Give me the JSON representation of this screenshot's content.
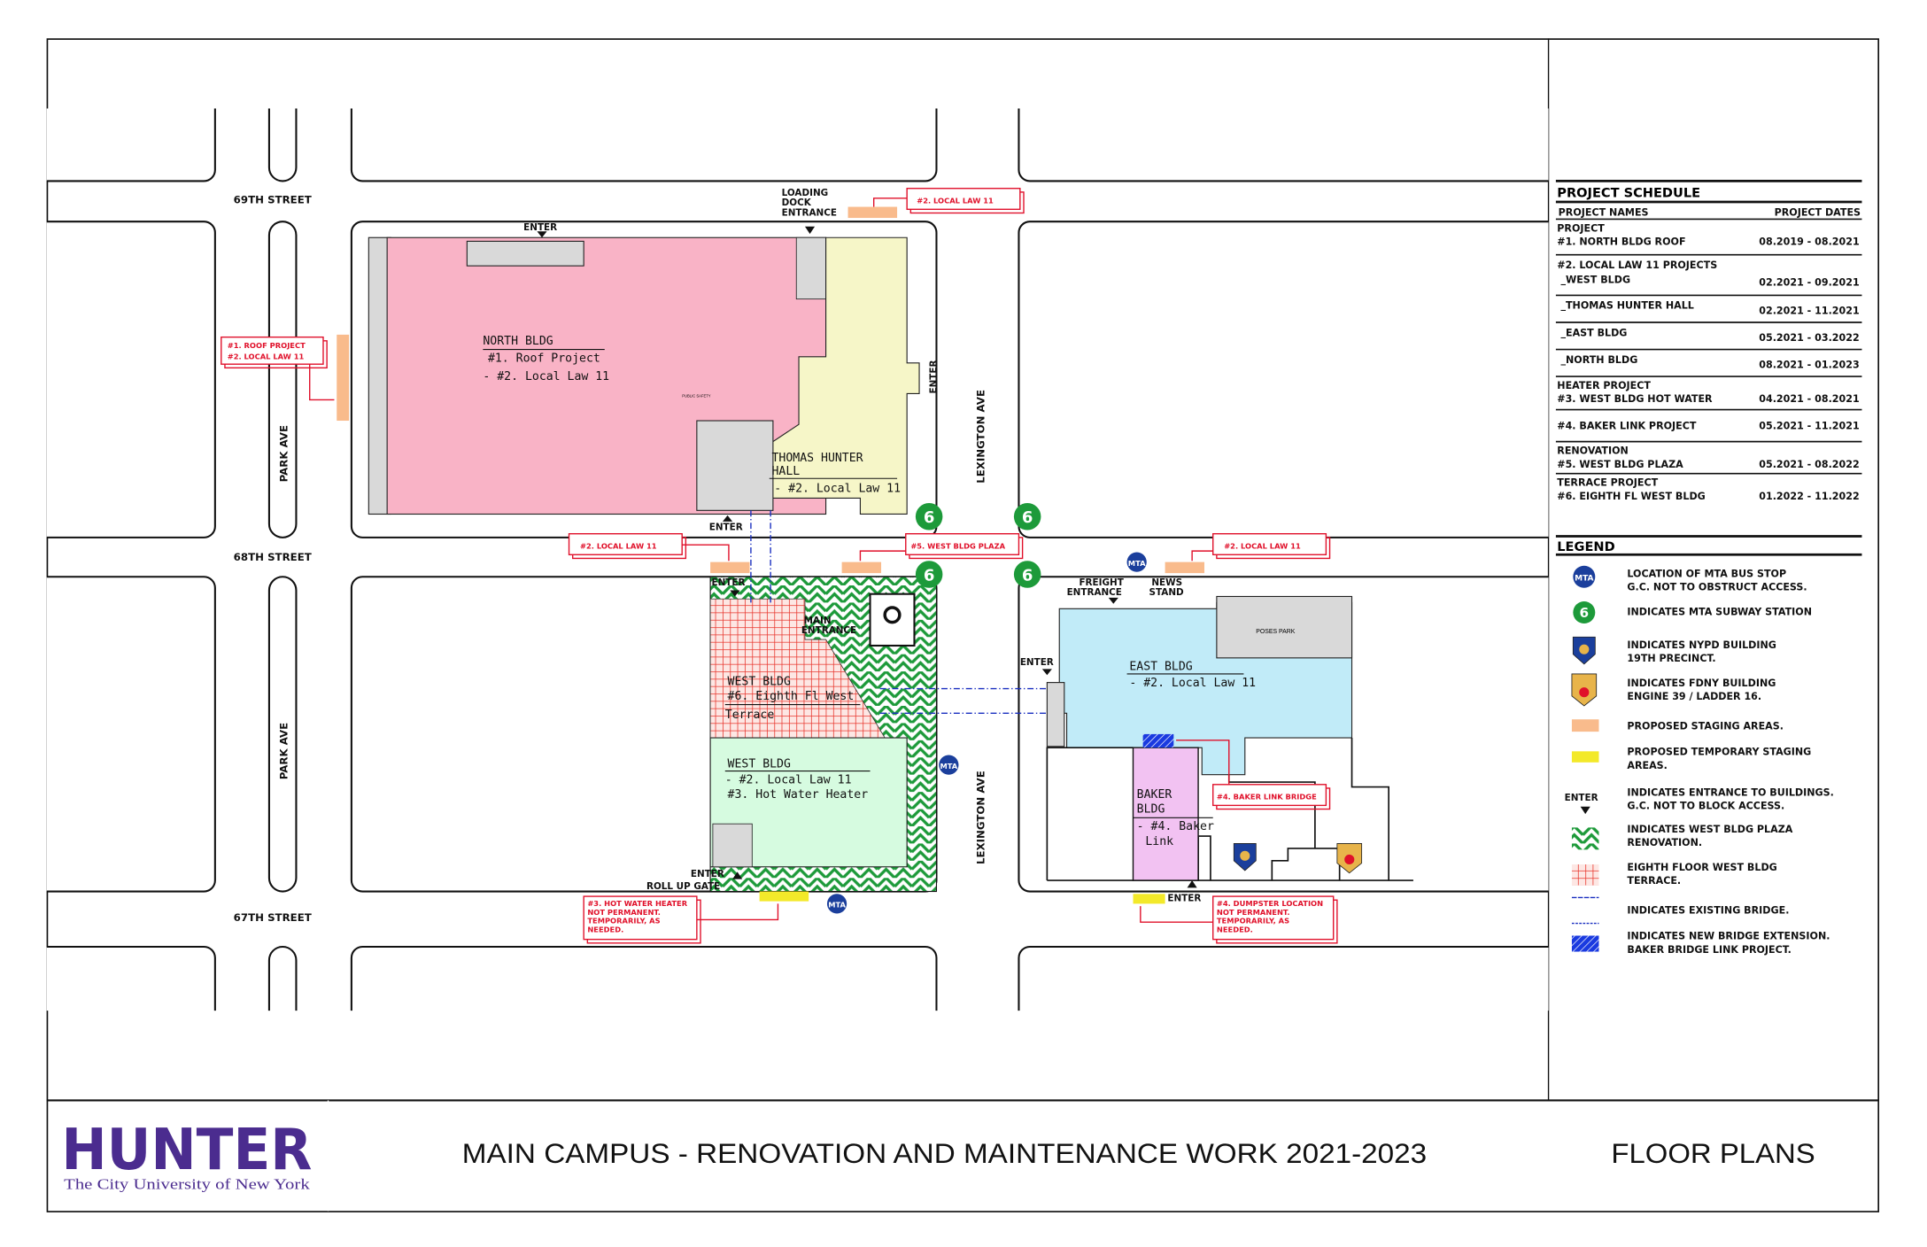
{
  "streets": {
    "s69": "69TH STREET",
    "s68": "68TH STREET",
    "s67": "67TH STREET",
    "park": "PARK AVE",
    "lex": "LEXINGTON AVE"
  },
  "buildings": {
    "north": {
      "name": "NORTH BLDG",
      "p1": "#1. Roof Project",
      "p2": "- #2. Local Law 11",
      "public_safety": "PUBLIC SAFETY"
    },
    "thh": {
      "name1": "THOMAS HUNTER",
      "name2": "HALL",
      "p1": "- #2. Local Law 11"
    },
    "west_terrace": {
      "name": "WEST BLDG",
      "p1": "#6. Eighth Fl West",
      "p2": "Terrace"
    },
    "west": {
      "name": "WEST BLDG",
      "p1": "- #2. Local Law 11",
      "p2": "#3. Hot Water Heater"
    },
    "east": {
      "name": "EAST BLDG",
      "p1": "- #2. Local Law 11",
      "poses": "POSES PARK"
    },
    "baker": {
      "name1": "BAKER",
      "name2": "BLDG",
      "overflow": "Link",
      "p1": "- #4. Baker"
    }
  },
  "entrances": {
    "enter": "ENTER",
    "loading1": "LOADING",
    "loading2": "DOCK",
    "loading3": "ENTRANCE",
    "main1": "MAIN",
    "main2": "ENTRANCE",
    "freight1": "FREIGHT",
    "freight2": "ENTRANCE",
    "news1": "NEWS",
    "news2": "STAND",
    "rollup": "ROLL UP GATE"
  },
  "callouts": {
    "ll11": "#2. LOCAL LAW 11",
    "roof1": "#1. ROOF PROJECT",
    "roof2": "#2. LOCAL LAW 11",
    "plaza": "#5. WEST BLDG PLAZA",
    "baker": "#4. BAKER LINK BRIDGE",
    "hw": [
      "#3. HOT WATER HEATER",
      "NOT PERMANENT.",
      "TEMPORARILY, AS",
      "NEEDED."
    ],
    "dump": [
      "#4. DUMPSTER LOCATION",
      "NOT PERMANENT.",
      "TEMPORARILY, AS",
      "NEEDED."
    ]
  },
  "icons": {
    "subway_line": "6",
    "mta": "MTA"
  },
  "schedule": {
    "title": "PROJECT SCHEDULE",
    "col_names": "PROJECT NAMES",
    "col_dates": "PROJECT DATES",
    "rows": [
      {
        "overflow": "PROJECT",
        "name": "#1. NORTH BLDG ROOF",
        "dates": "08.2019 - 08.2021"
      },
      {
        "overflow": "",
        "name": "#2. LOCAL LAW 11 PROJECTS",
        "sub": "_WEST BLDG",
        "dates": "02.2021 - 09.2021"
      },
      {
        "overflow": "",
        "name": "_THOMAS HUNTER HALL",
        "dates": "02.2021 - 11.2021"
      },
      {
        "overflow": "",
        "name": "_EAST BLDG",
        "dates": "05.2021 - 03.2022"
      },
      {
        "overflow": "",
        "name": "_NORTH BLDG",
        "dates": "08.2021 - 01.2023"
      },
      {
        "overflow": "HEATER PROJECT",
        "name": "#3. WEST BLDG HOT WATER",
        "dates": "04.2021 - 08.2021"
      },
      {
        "overflow": "",
        "name": "#4. BAKER LINK PROJECT",
        "dates": "05.2021 - 11.2021"
      },
      {
        "overflow": "RENOVATION",
        "name": "#5. WEST BLDG PLAZA",
        "dates": "05.2021 - 08.2022"
      },
      {
        "overflow": "TERRACE PROJECT",
        "name": "#6. EIGHTH FL WEST BLDG",
        "dates": "01.2022 - 11.2022"
      }
    ]
  },
  "legend": {
    "title": "LEGEND",
    "items": [
      {
        "icon": "mta-bus-icon",
        "l1": "LOCATION OF MTA BUS STOP",
        "l2": "G.C. NOT TO OBSTRUCT ACCESS."
      },
      {
        "icon": "subway-6-icon",
        "l1": "INDICATES MTA SUBWAY STATION"
      },
      {
        "icon": "nypd-badge-icon",
        "l1": "INDICATES NYPD BUILDING",
        "l2": "19TH PRECINCT."
      },
      {
        "icon": "fdny-badge-icon",
        "l1": "INDICATES FDNY BUILDING",
        "l2": "ENGINE 39 / LADDER 16."
      },
      {
        "icon": "staging-swatch",
        "color": "#f9bb8c",
        "l1": "PROPOSED STAGING AREAS."
      },
      {
        "icon": "temp-staging-swatch",
        "color": "#f3e92a",
        "l1": "PROPOSED TEMPORARY STAGING",
        "l2": "AREAS."
      },
      {
        "icon": "enter-arrow-icon",
        "label": "ENTER",
        "l1": "INDICATES ENTRANCE TO BUILDINGS.",
        "l2": "G.C. NOT TO BLOCK ACCESS."
      },
      {
        "icon": "plaza-hatch-swatch",
        "color": "#1d9a3a",
        "l1": "INDICATES WEST BLDG PLAZA",
        "l2": "RENOVATION."
      },
      {
        "icon": "terrace-grid-swatch",
        "color": "#e8342b",
        "l1": "EIGHTH FLOOR WEST BLDG",
        "l2": "TERRACE."
      },
      {
        "icon": "existing-bridge-line",
        "color": "#1a2fc0",
        "l1": "INDICATES EXISTING BRIDGE."
      },
      {
        "icon": "new-bridge-hatch",
        "color": "#1a3ae0",
        "l1": "INDICATES NEW BRIDGE EXTENSION.",
        "l2": "BAKER BRIDGE LINK PROJECT."
      }
    ]
  },
  "title_block": {
    "logo": "HUNTER",
    "logo_sub": "The City University of New York",
    "title": "MAIN CAMPUS - RENOVATION AND MAINTENANCE WORK 2021-2023",
    "sheet": "FLOOR PLANS"
  },
  "colors": {
    "north": "#f9b3c6",
    "thh": "#f6f6c8",
    "west": "#d6fbe0",
    "east": "#c1ebf8",
    "baker": "#f2c2f2",
    "callout": "#e0102a",
    "plaza": "#1d9a3a",
    "subway": "#1d9a3a",
    "mta": "#1b3f9c",
    "hunter": "#4b2c8f"
  }
}
